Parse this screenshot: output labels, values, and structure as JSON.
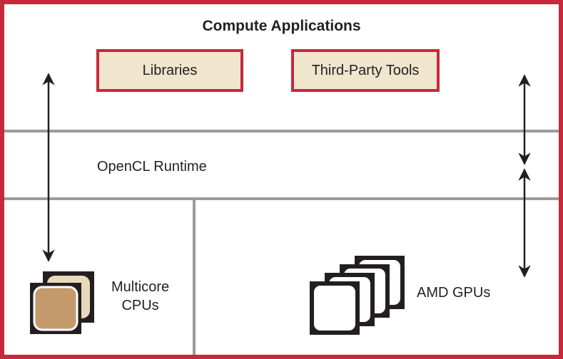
{
  "title": "Compute Applications",
  "boxes": {
    "libraries": "Libraries",
    "third_party_tools": "Third-Party Tools"
  },
  "runtime_label": "OpenCL Runtime",
  "cpu_label": [
    "Multicore",
    "CPUs"
  ],
  "gpu_label": "AMD GPUs",
  "colors": {
    "border": "#c8283c",
    "box_fill": "#f0e6cd",
    "divider": "#9b9b9b",
    "chip": "#231f20",
    "cpu_core": "#c49a6c",
    "cpu_core_back": "#e8d8bc"
  },
  "icons": [
    "double-arrow-icon",
    "multicore-cpu-icon",
    "gpu-stack-icon"
  ]
}
